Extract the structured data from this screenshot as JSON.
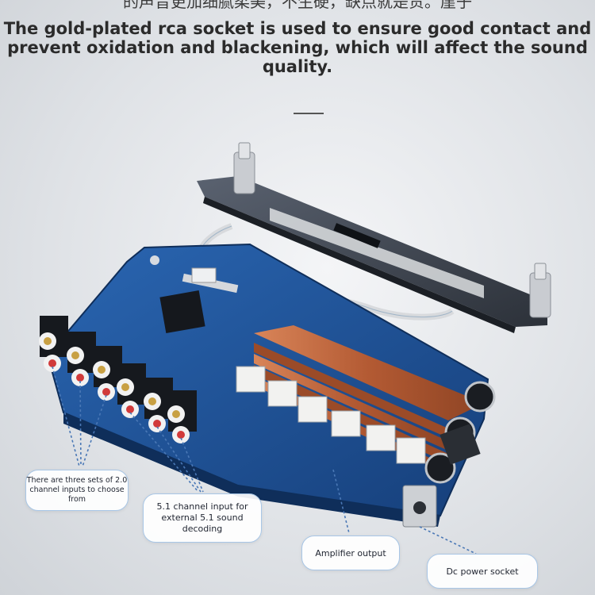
{
  "header": {
    "chinese_line": "的声音更加细腻柔美，不生硬，缺点就是贵。崖子",
    "english_caption": "The gold-plated rca socket is used to ensure good contact and prevent oxidation and blackening, which will affect the sound quality."
  },
  "callouts": {
    "rca_inputs": "There are three sets of 2.0 channel inputs to choose from",
    "channel_input": "5.1 channel input for external 5.1 sound decoding",
    "amp_output": "Amplifier output",
    "dc_socket": "Dc power socket"
  },
  "colors": {
    "pcb_blue": "#1c4f93",
    "heatsink_copper": "#b8623a",
    "callout_border": "#a8c6e6",
    "dot_line": "#4a78b6"
  }
}
